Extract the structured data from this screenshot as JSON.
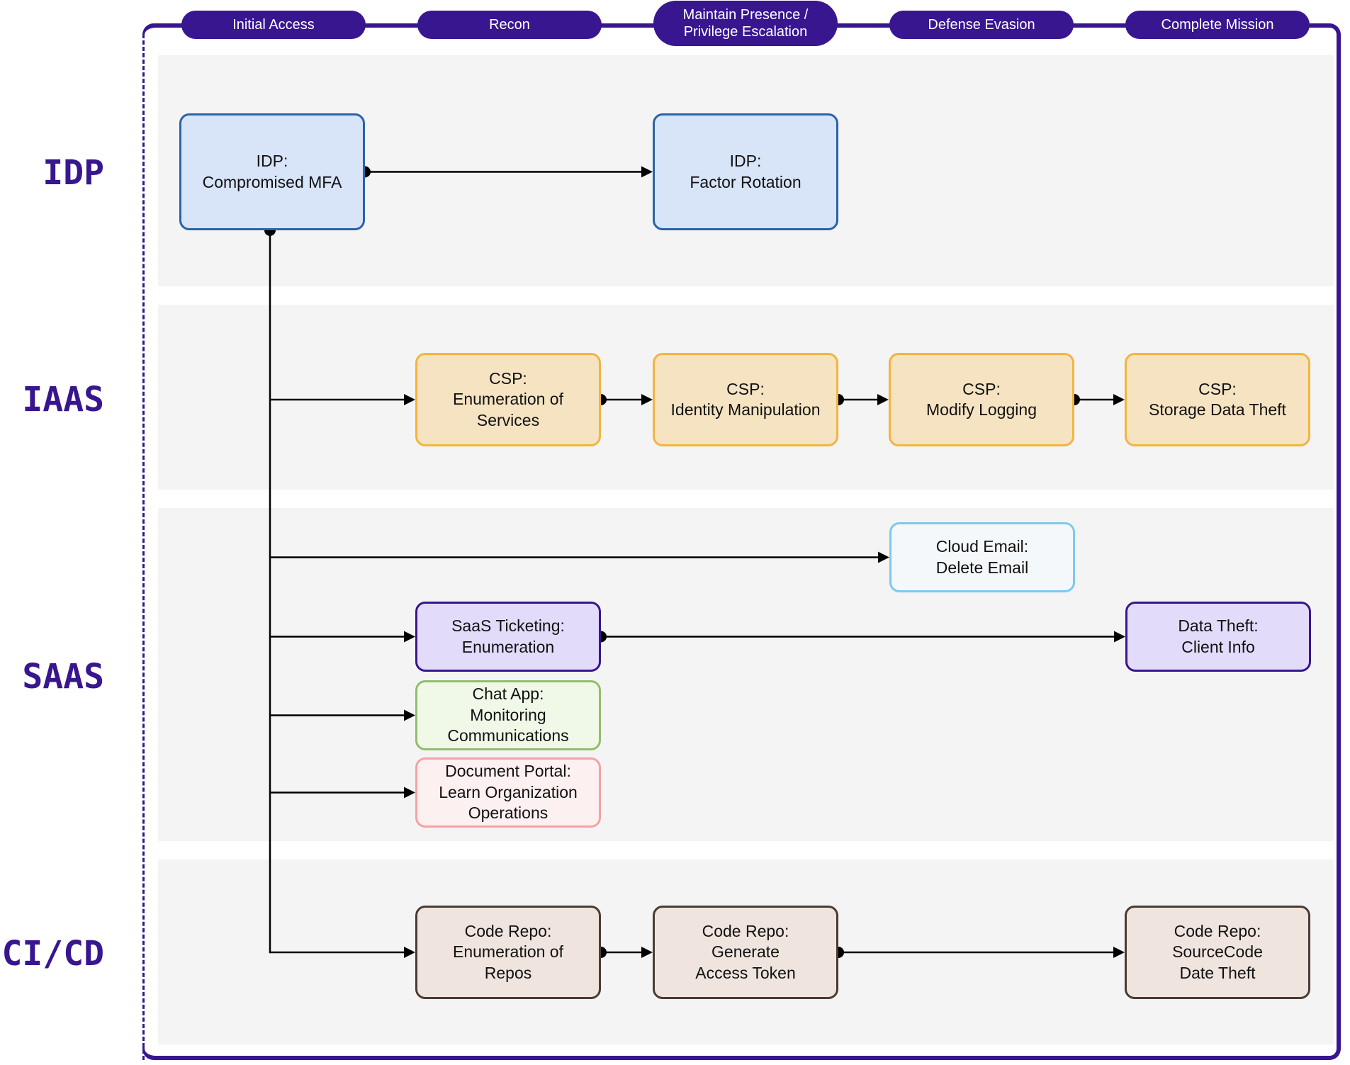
{
  "phases": [
    {
      "id": "initial",
      "label": "Initial Access"
    },
    {
      "id": "recon",
      "label": "Recon"
    },
    {
      "id": "maintain",
      "label": "Maintain Presence /\nPrivilege Escalation"
    },
    {
      "id": "evasion",
      "label": "Defense Evasion"
    },
    {
      "id": "mission",
      "label": "Complete Mission"
    }
  ],
  "lanes": [
    {
      "id": "idp",
      "label": "IDP"
    },
    {
      "id": "iaas",
      "label": "IAAS"
    },
    {
      "id": "saas",
      "label": "SAAS"
    },
    {
      "id": "cicd",
      "label": "CI/CD"
    }
  ],
  "colors": {
    "accent": "#38168f",
    "lane_background": "#f4f4f4",
    "idp": {
      "fill": "#d8e4f8",
      "border": "#2a63a8"
    },
    "csp": {
      "fill": "#f5e3c2",
      "border": "#f3b53f"
    },
    "email": {
      "fill": "#f4f8fb",
      "border": "#7fc8ef"
    },
    "saas": {
      "fill": "#e3dbfa",
      "border": "#38168f"
    },
    "chat": {
      "fill": "#f0f9e8",
      "border": "#92bd6c"
    },
    "document": {
      "fill": "#fdf0f0",
      "border": "#f3a3a6"
    },
    "code": {
      "fill": "#efe4de",
      "border": "#4a3b33"
    }
  },
  "nodes": [
    {
      "id": "idp_mfa",
      "label": "IDP:\nCompromised MFA",
      "lane": "idp",
      "phase": "initial",
      "style": "idp"
    },
    {
      "id": "idp_factor",
      "label": "IDP:\nFactor Rotation",
      "lane": "idp",
      "phase": "maintain",
      "style": "idp"
    },
    {
      "id": "csp_enum",
      "label": "CSP:\nEnumeration of\nServices",
      "lane": "iaas",
      "phase": "recon",
      "style": "csp"
    },
    {
      "id": "csp_identity",
      "label": "CSP:\nIdentity Manipulation",
      "lane": "iaas",
      "phase": "maintain",
      "style": "csp"
    },
    {
      "id": "csp_logging",
      "label": "CSP:\nModify Logging",
      "lane": "iaas",
      "phase": "evasion",
      "style": "csp"
    },
    {
      "id": "csp_storage",
      "label": "CSP:\nStorage Data Theft",
      "lane": "iaas",
      "phase": "mission",
      "style": "csp"
    },
    {
      "id": "email_delete",
      "label": "Cloud Email:\nDelete Email",
      "lane": "saas",
      "phase": "evasion",
      "style": "email"
    },
    {
      "id": "saas_ticket",
      "label": "SaaS Ticketing:\nEnumeration",
      "lane": "saas",
      "phase": "recon",
      "style": "saas"
    },
    {
      "id": "data_theft",
      "label": "Data Theft:\nClient Info",
      "lane": "saas",
      "phase": "mission",
      "style": "saas"
    },
    {
      "id": "chat_app",
      "label": "Chat App:\nMonitoring\nCommunications",
      "lane": "saas",
      "phase": "recon",
      "style": "chat"
    },
    {
      "id": "doc_portal",
      "label": "Document Portal:\nLearn Organization\nOperations",
      "lane": "saas",
      "phase": "recon",
      "style": "document"
    },
    {
      "id": "code_enum",
      "label": "Code Repo:\nEnumeration of\nRepos",
      "lane": "cicd",
      "phase": "recon",
      "style": "code"
    },
    {
      "id": "code_token",
      "label": "Code Repo:\nGenerate\nAccess Token",
      "lane": "cicd",
      "phase": "maintain",
      "style": "code"
    },
    {
      "id": "code_theft",
      "label": "Code Repo:\nSourceCode\nDate Theft",
      "lane": "cicd",
      "phase": "mission",
      "style": "code"
    }
  ],
  "edges": [
    {
      "from": "idp_mfa",
      "to": "idp_factor"
    },
    {
      "from": "idp_mfa",
      "to": "csp_enum"
    },
    {
      "from": "csp_enum",
      "to": "csp_identity"
    },
    {
      "from": "csp_identity",
      "to": "csp_logging"
    },
    {
      "from": "csp_logging",
      "to": "csp_storage"
    },
    {
      "from": "idp_mfa",
      "to": "email_delete"
    },
    {
      "from": "idp_mfa",
      "to": "saas_ticket"
    },
    {
      "from": "saas_ticket",
      "to": "data_theft"
    },
    {
      "from": "idp_mfa",
      "to": "chat_app"
    },
    {
      "from": "idp_mfa",
      "to": "doc_portal"
    },
    {
      "from": "idp_mfa",
      "to": "code_enum"
    },
    {
      "from": "code_enum",
      "to": "code_token"
    },
    {
      "from": "code_token",
      "to": "code_theft"
    }
  ]
}
